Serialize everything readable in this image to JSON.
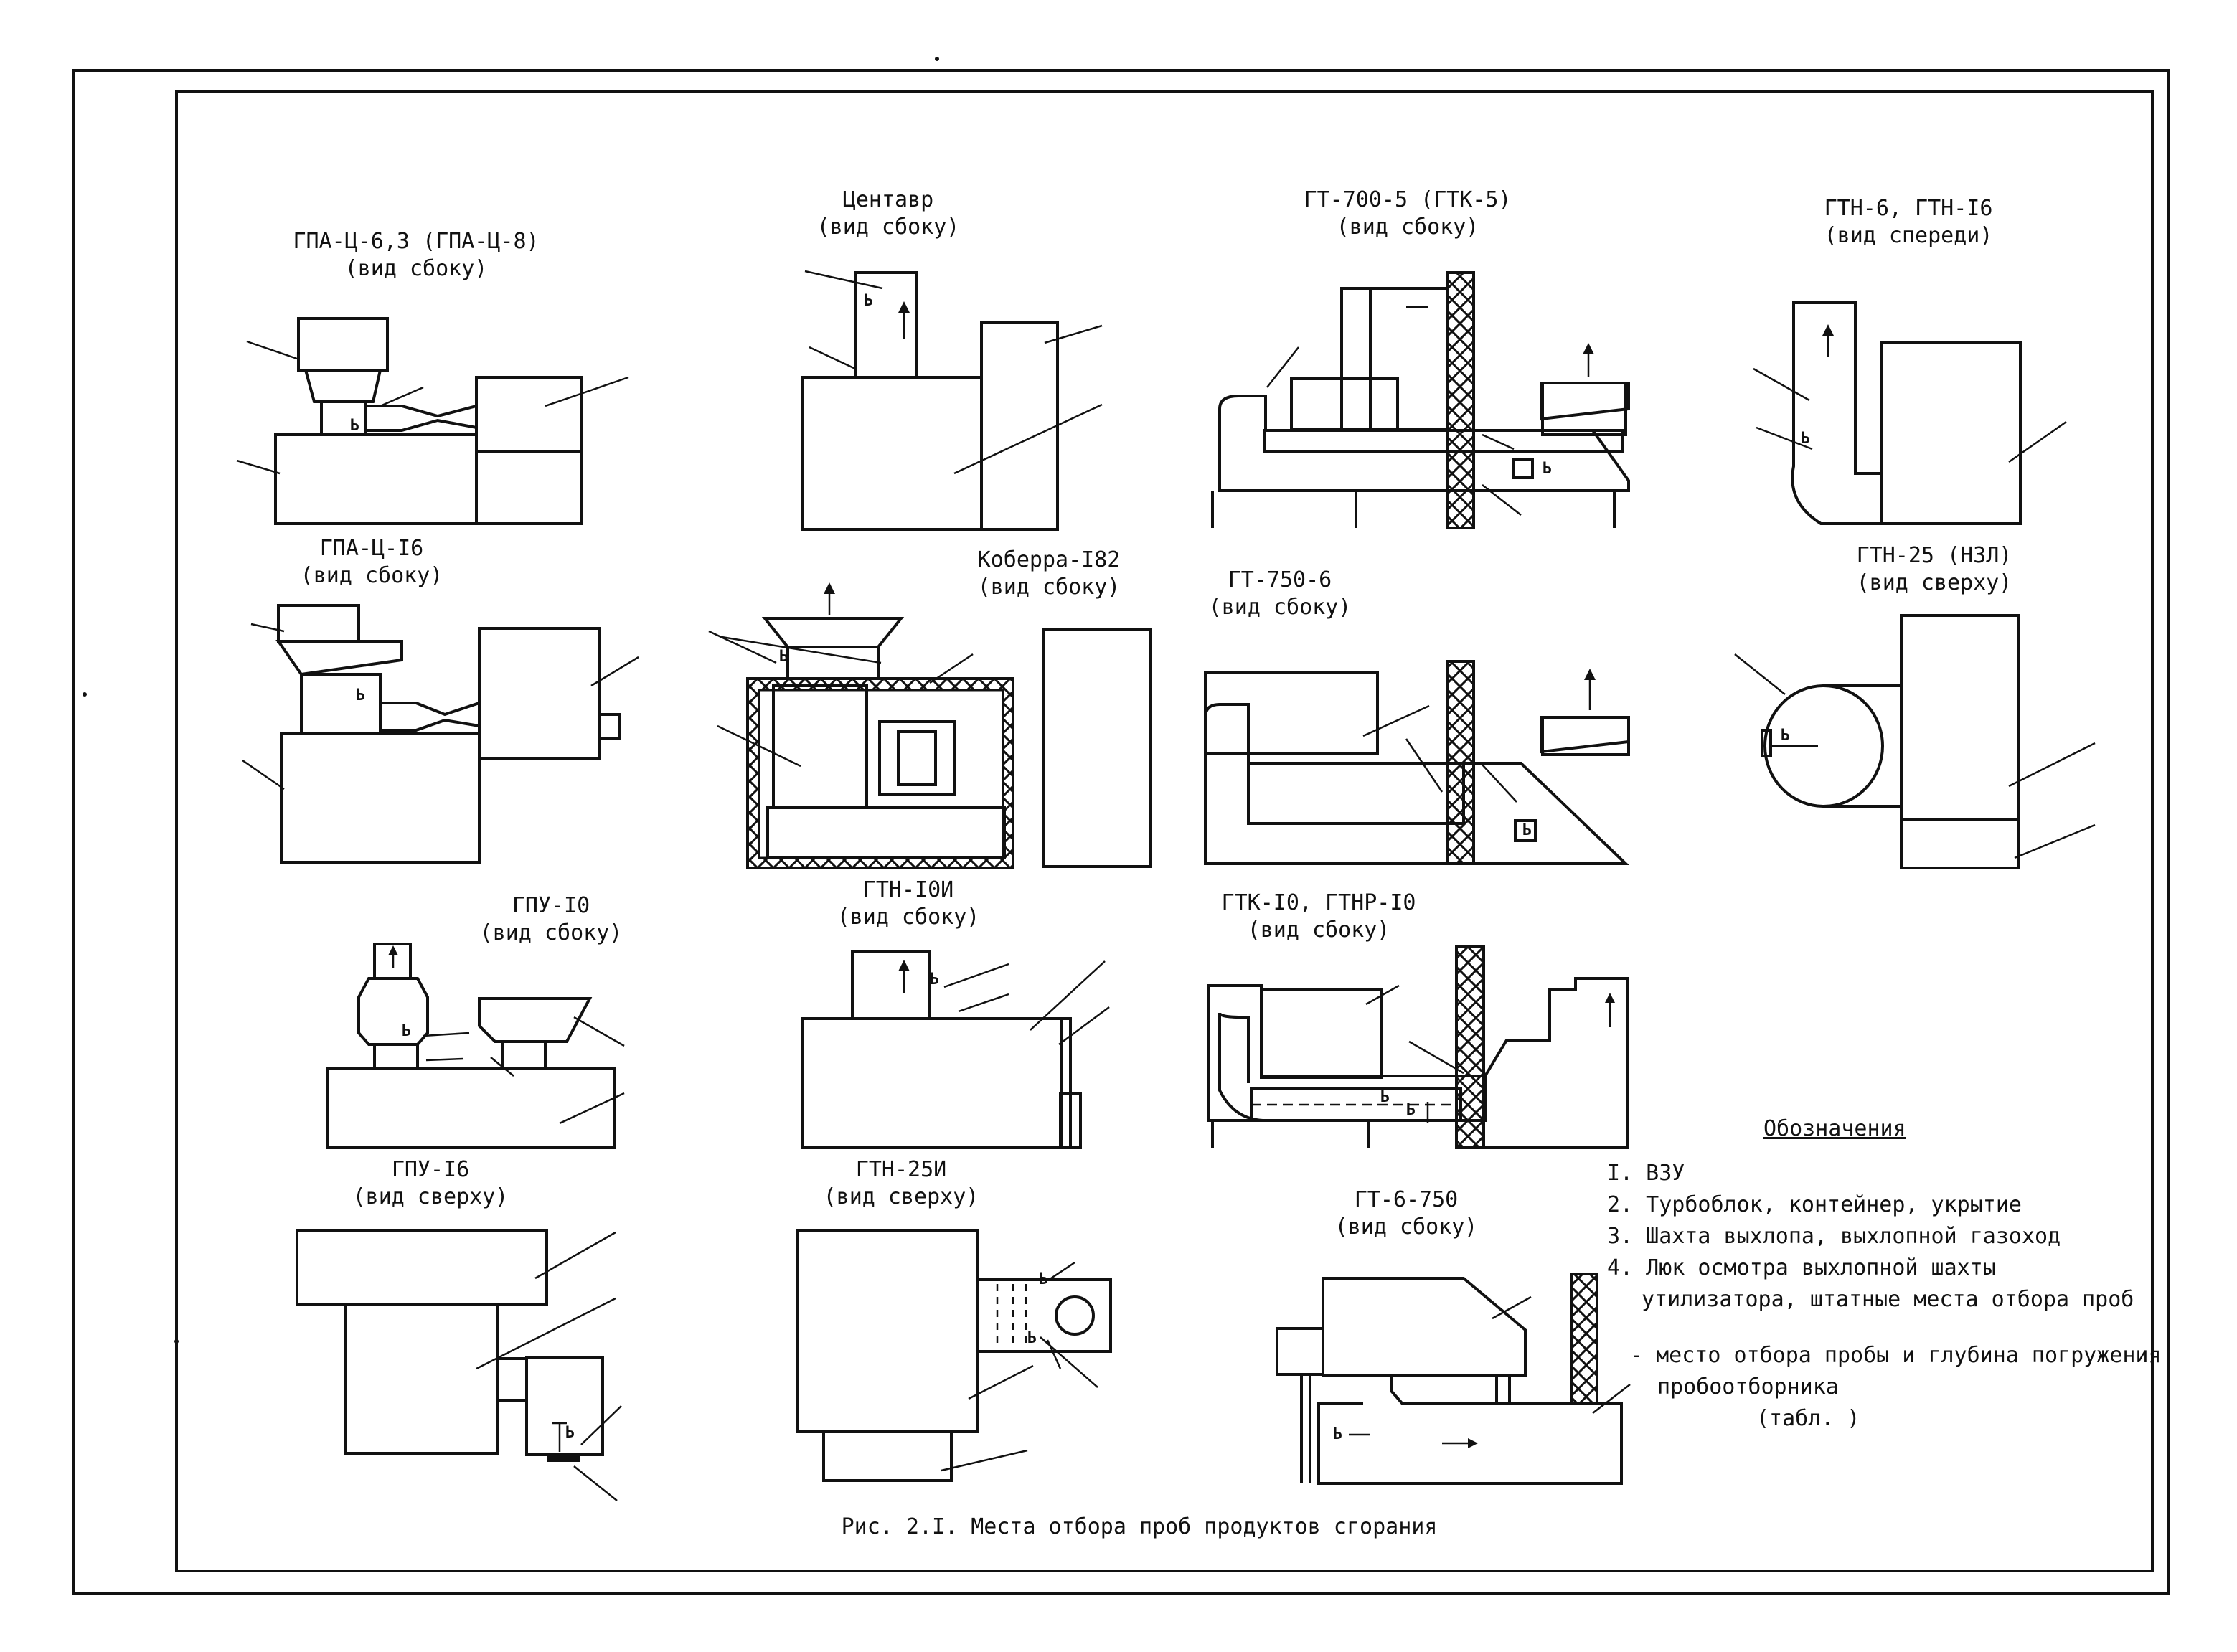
{
  "figure": {
    "caption": "Рис. 2.І. Места отбора проб продуктов сгорания"
  },
  "units": [
    {
      "name": "ГПА-Ц-6,3 (ГПА-Ц-8)",
      "view": "(вид сбоку)"
    },
    {
      "name": "Центавр",
      "view": "(вид сбоку)"
    },
    {
      "name": "ГТ-700-5 (ГТК-5)",
      "view": "(вид сбоку)"
    },
    {
      "name": "ГТН-6, ГТН-І6",
      "view": "(вид спереди)"
    },
    {
      "name": "ГПА-Ц-І6",
      "view": "(вид сбоку)"
    },
    {
      "name": "Коберра-І82",
      "view": "(вид сбоку)"
    },
    {
      "name": "ГТ-750-6",
      "view": "(вид сбоку)"
    },
    {
      "name": "ГТН-25 (НЗЛ)",
      "view": "(вид сверху)"
    },
    {
      "name": "ГПУ-І0",
      "view": "(вид сбоку)"
    },
    {
      "name": "ГТН-І0И",
      "view": "(вид сбоку)"
    },
    {
      "name": "ГТК-І0, ГТНР-І0",
      "view": "(вид сбоку)"
    },
    {
      "name": "ГПУ-І6",
      "view": "(вид сверху)"
    },
    {
      "name": "ГТН-25И",
      "view": "(вид сверху)"
    },
    {
      "name": "ГТ-6-750",
      "view": "(вид сбоку)"
    }
  ],
  "legend": {
    "title": "Обозначения",
    "items": [
      "І. ВЗУ",
      "2. Турбоблок, контейнер, укрытие",
      "3. Шахта выхлопа, выхлопной газоход",
      "4. Люк осмотра выхлопной шахты",
      "утилизатора, штатные места отбора проб"
    ],
    "probe_note_1": "- место отбора пробы и глубина погружения",
    "probe_note_2": "пробоотборника",
    "probe_note_3": "(табл.     )"
  },
  "probe_mark": "Ь"
}
